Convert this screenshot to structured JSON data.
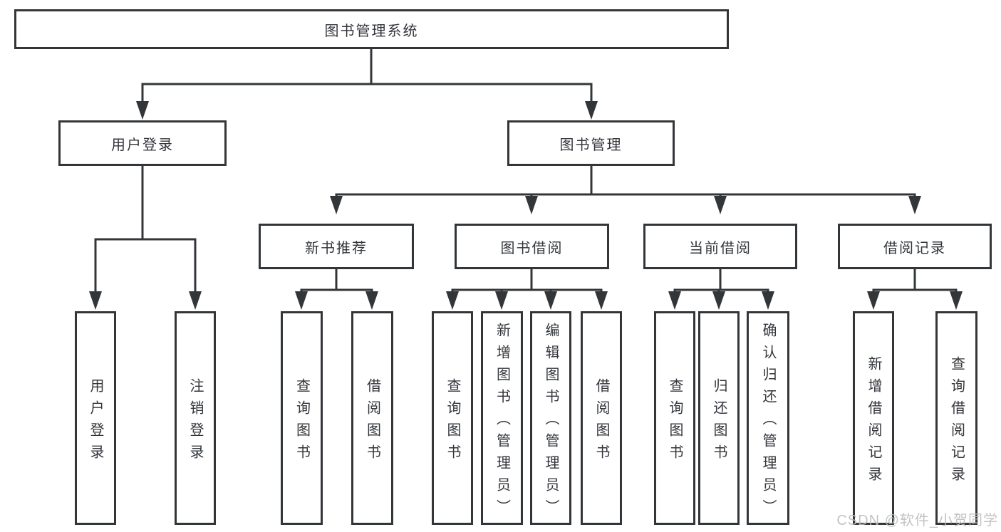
{
  "diagram": {
    "root": {
      "label": "图书管理系统"
    },
    "level2": [
      {
        "label": "用户登录"
      },
      {
        "label": "图书管理"
      }
    ],
    "level3": [
      {
        "label": "新书推荐"
      },
      {
        "label": "图书借阅"
      },
      {
        "label": "当前借阅"
      },
      {
        "label": "借阅记录"
      }
    ],
    "level4": {
      "user_login": [
        {
          "label": "用户登录"
        },
        {
          "label": "注销登录"
        }
      ],
      "new_book": [
        {
          "label": "查询图书"
        },
        {
          "label": "借阅图书"
        }
      ],
      "book_borrow": [
        {
          "label": "查询图书"
        },
        {
          "label": "新增图书（管理员）"
        },
        {
          "label": "编辑图书（管理员）"
        },
        {
          "label": "借阅图书"
        }
      ],
      "current_borrow": [
        {
          "label": "查询图书"
        },
        {
          "label": "归还图书"
        },
        {
          "label": "确认归还（管理员）"
        }
      ],
      "borrow_record": [
        {
          "label": "新增借阅记录"
        },
        {
          "label": "查询借阅记录"
        }
      ]
    }
  },
  "watermark": {
    "text": "CSDN @软件_小贺同学"
  },
  "colors": {
    "line": "#333639",
    "text": "#33363b",
    "box_background": "#ffffff",
    "page_background": "#ffffff",
    "watermark": "#bdbdbd"
  }
}
